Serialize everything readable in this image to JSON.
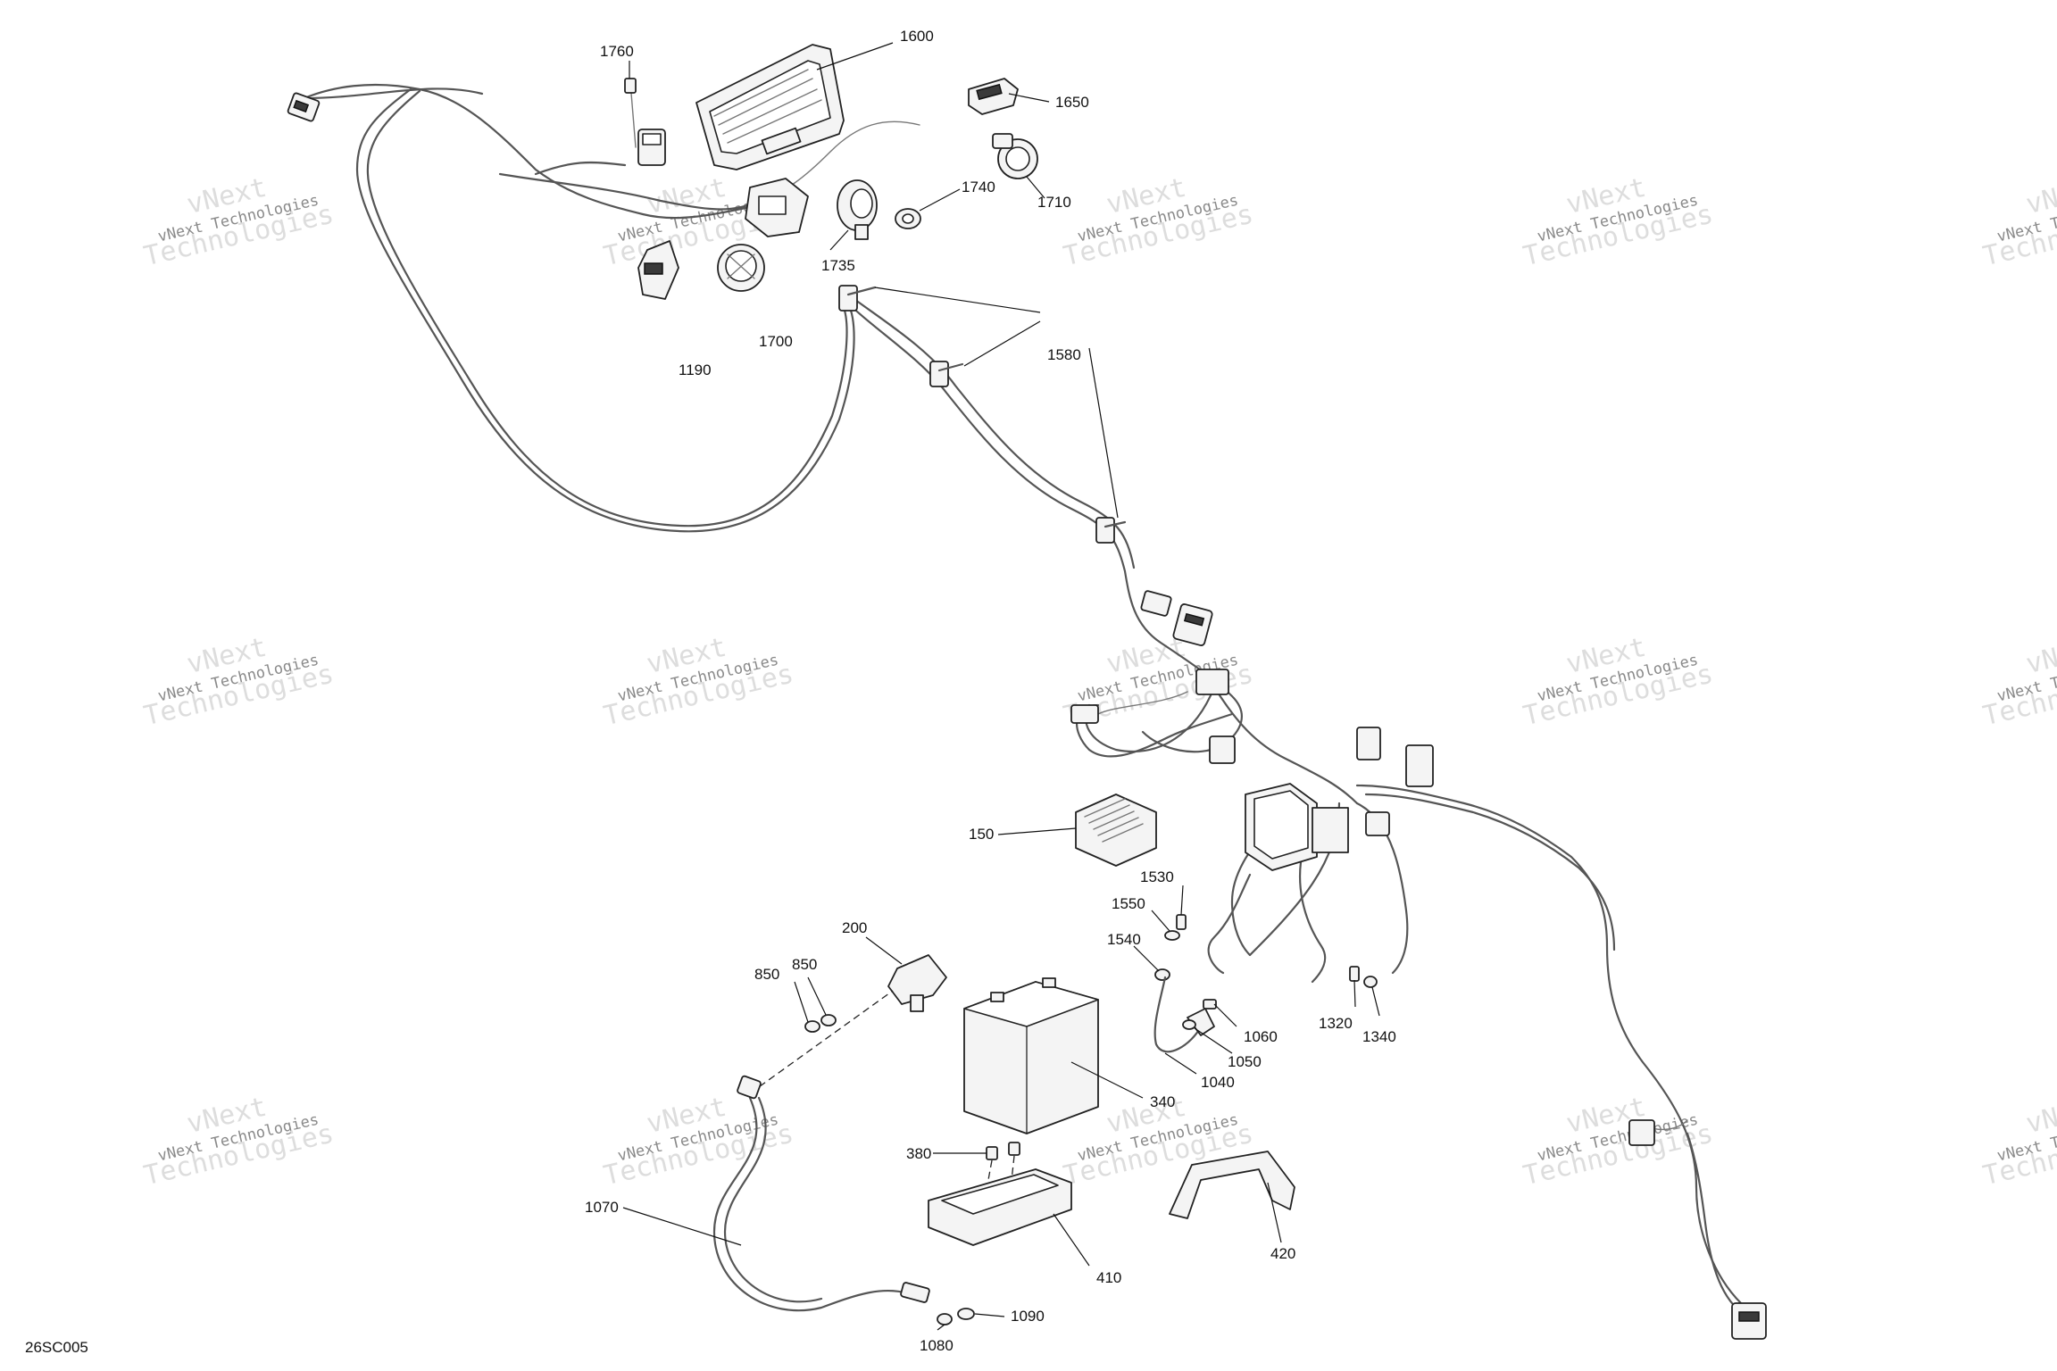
{
  "diagram_code": "26SC005",
  "watermark": {
    "line1": "vNext",
    "line2": "vNext Technologies",
    "line3": "Technologies"
  },
  "callouts": {
    "c1760": "1760",
    "c1600": "1600",
    "c1650": "1650",
    "c1710": "1710",
    "c1740": "1740",
    "c1735": "1735",
    "c1190": "1190",
    "c1700": "1700",
    "c1580": "1580",
    "c150": "150",
    "c1530": "1530",
    "c1550": "1550",
    "c1540": "1540",
    "c200": "200",
    "c850a": "850",
    "c850b": "850",
    "c1060": "1060",
    "c1050": "1050",
    "c1040": "1040",
    "c1320": "1320",
    "c1340": "1340",
    "c340": "340",
    "c380": "380",
    "c1070": "1070",
    "c410": "410",
    "c420": "420",
    "c1090": "1090",
    "c1080": "1080"
  }
}
